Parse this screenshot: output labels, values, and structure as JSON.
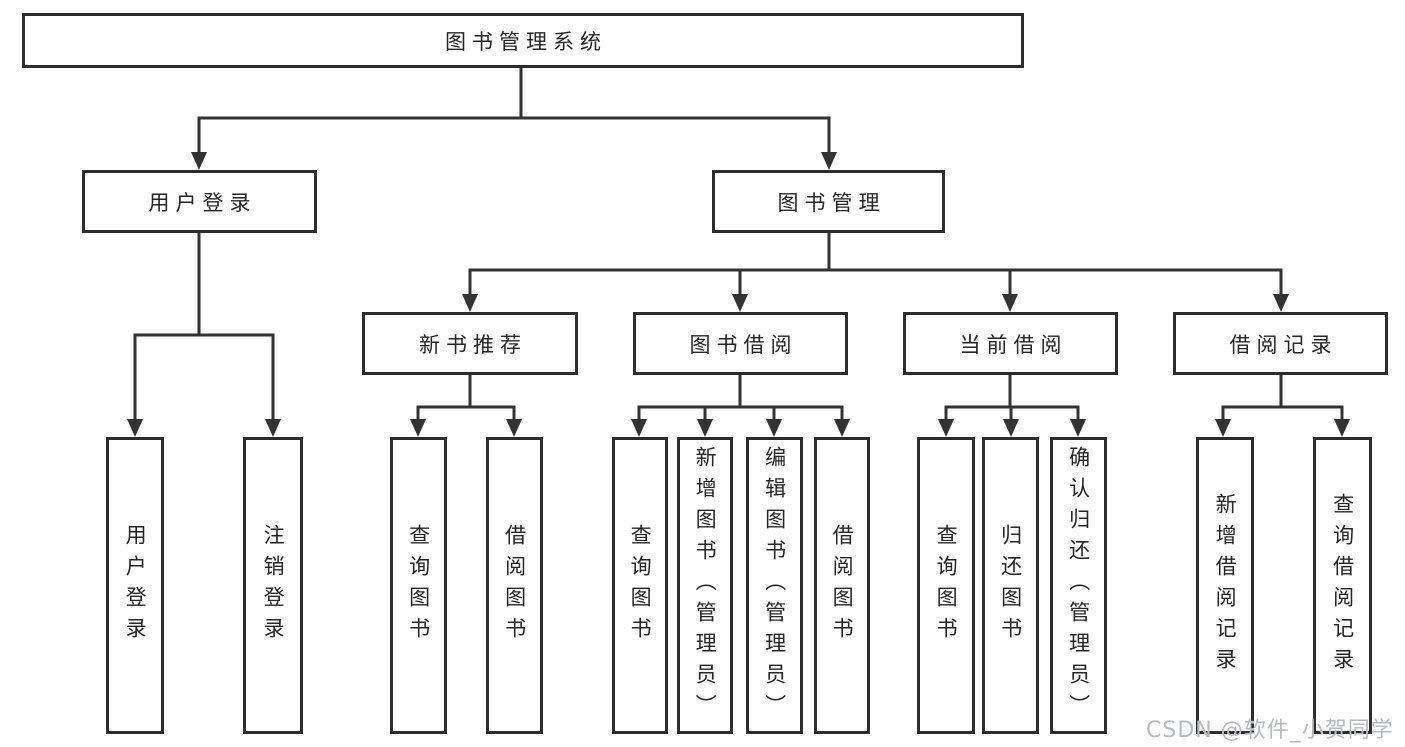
{
  "tree": {
    "label": "图书管理系统",
    "children": [
      {
        "label": "用户登录",
        "children": [
          {
            "label": "用户登录"
          },
          {
            "label": "注销登录"
          }
        ]
      },
      {
        "label": "图书管理",
        "children": [
          {
            "label": "新书推荐",
            "children": [
              {
                "label": "查询图书"
              },
              {
                "label": "借阅图书"
              }
            ]
          },
          {
            "label": "图书借阅",
            "children": [
              {
                "label": "查询图书"
              },
              {
                "label": "新增图书（管理员）"
              },
              {
                "label": "编辑图书（管理员）"
              },
              {
                "label": "借阅图书"
              }
            ]
          },
          {
            "label": "当前借阅",
            "children": [
              {
                "label": "查询图书"
              },
              {
                "label": "归还图书"
              },
              {
                "label": "确认归还（管理员）"
              }
            ]
          },
          {
            "label": "借阅记录",
            "children": [
              {
                "label": "新增借阅记录"
              },
              {
                "label": "查询借阅记录"
              }
            ]
          }
        ]
      }
    ]
  },
  "watermark": {
    "text": "CSDN @软件_小贺同学"
  },
  "colors": {
    "background": "#ffffff",
    "box_border": "#2d2d2d",
    "connector_line": "#333333",
    "text": "#262626",
    "watermark_text": "#b9babd"
  }
}
